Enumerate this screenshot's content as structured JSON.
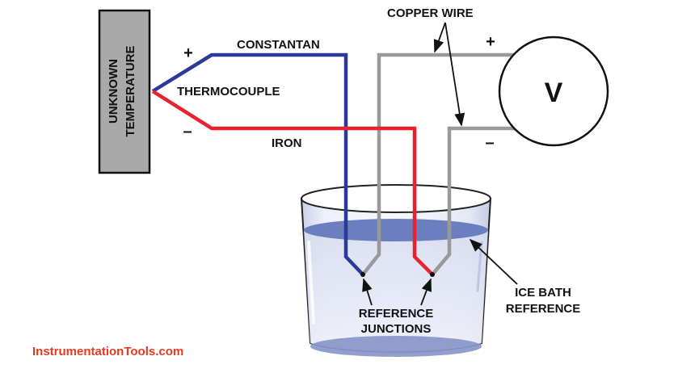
{
  "source_box": {
    "line1": "UNKNOWN",
    "line2": "TEMPERATURE"
  },
  "labels": {
    "constantan": "CONSTANTAN",
    "thermocouple": "THERMOCOUPLE",
    "iron": "IRON",
    "copper_wire": "COPPER WIRE",
    "reference_line1": "REFERENCE",
    "reference_line2": "JUNCTIONS",
    "ice_bath_line1": "ICE BATH",
    "ice_bath_line2": "REFERENCE"
  },
  "signs": {
    "tc_plus": "+",
    "tc_minus": "–",
    "meter_plus": "+",
    "meter_minus": "–"
  },
  "meter": {
    "letter": "V"
  },
  "watermark": "InstrumentationTools.com",
  "colors": {
    "constantan_wire": "#2b3a9a",
    "iron_wire": "#e8222f",
    "copper_wire": "#999999",
    "box_fill": "#a9a9a9",
    "water": "#6b7fbf",
    "watermark": "#e8391f"
  }
}
